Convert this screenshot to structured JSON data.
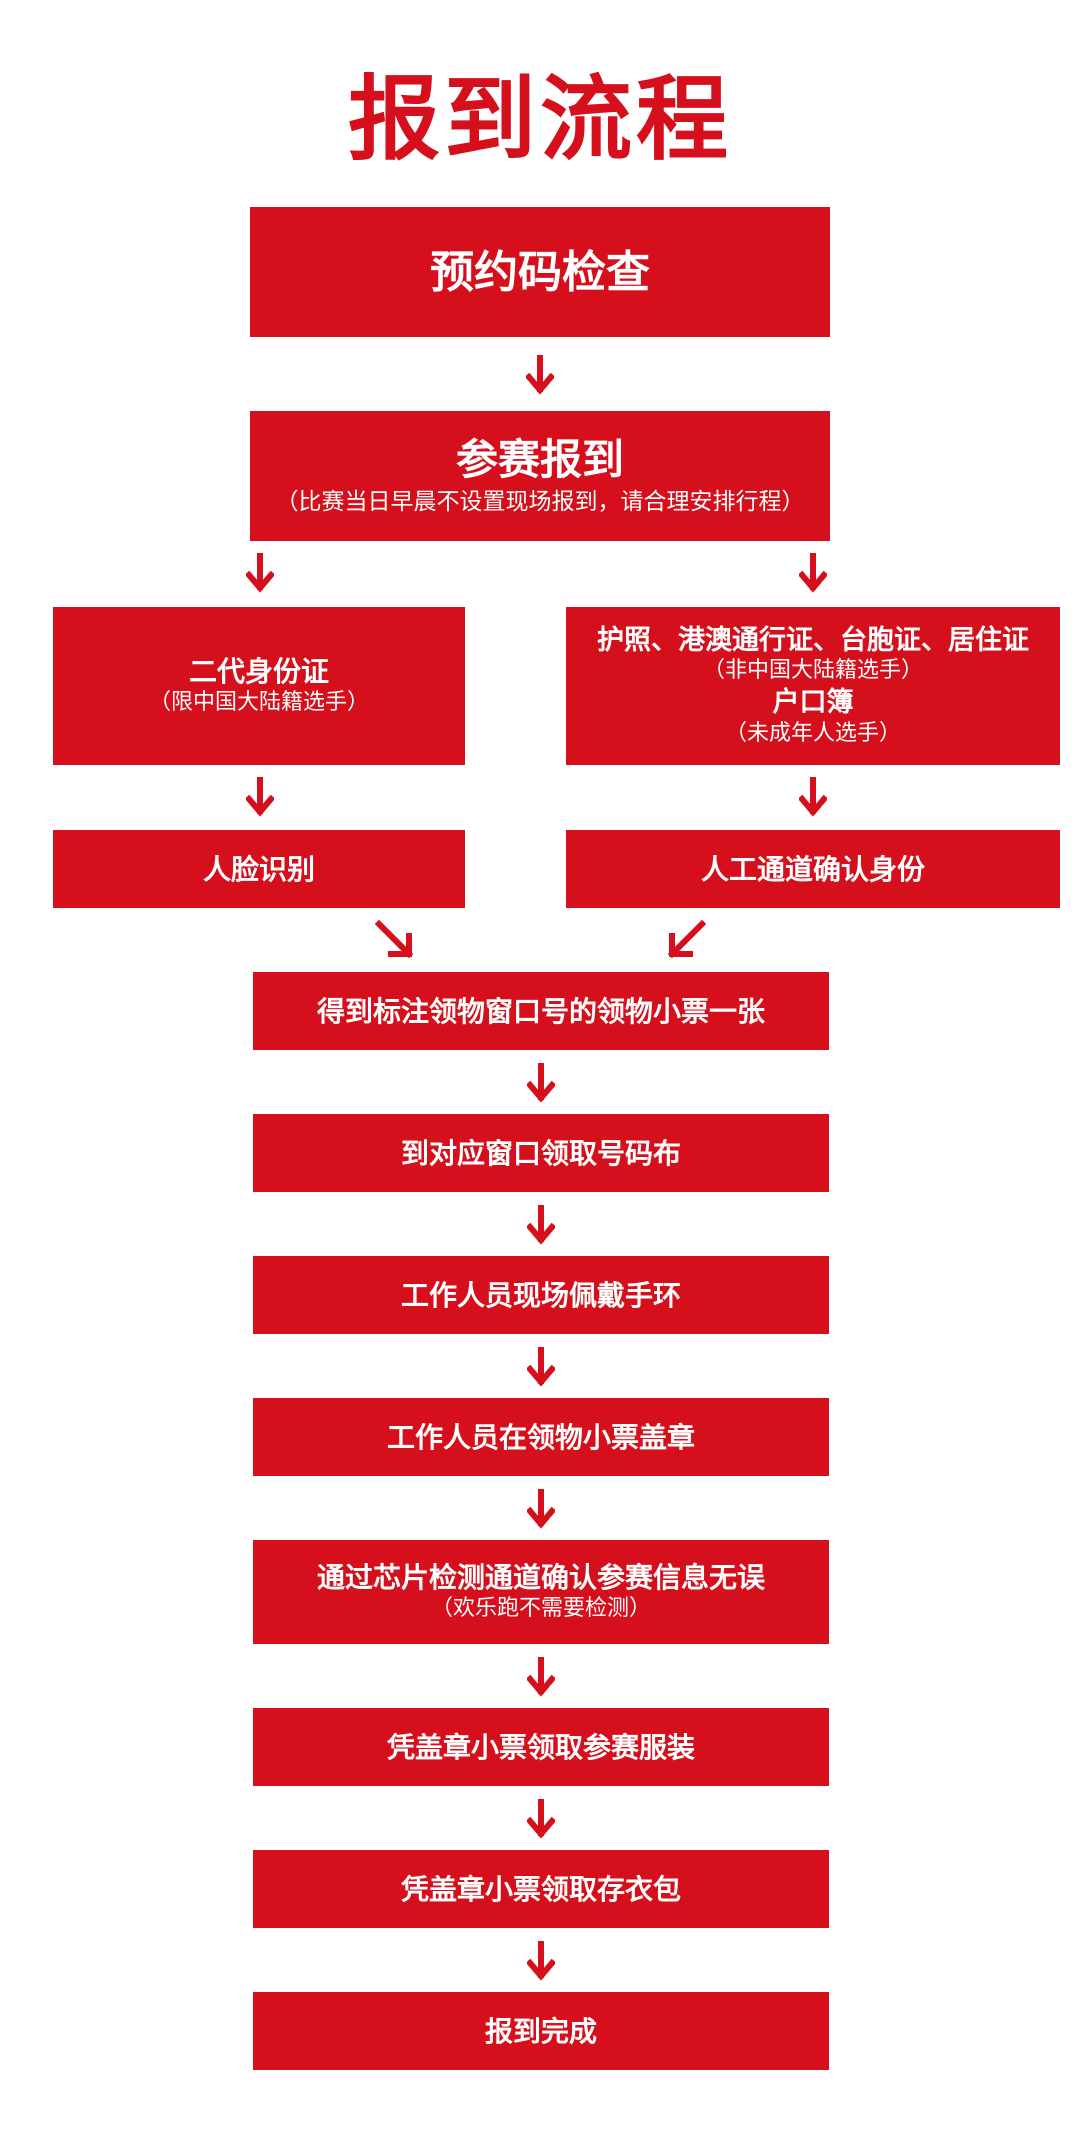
{
  "title": "报到流程",
  "colors": {
    "primary": "#d50f1b",
    "text_on_primary": "#ffffff",
    "background": "#ffffff"
  },
  "steps": {
    "reservation_check": "预约码检查",
    "checkin": {
      "label": "参赛报到",
      "note": "（比赛当日早晨不设置现场报到，请合理安排行程）"
    },
    "id_card": {
      "label": "二代身份证",
      "note": "（限中国大陆籍选手）"
    },
    "other_docs": {
      "label": "护照、港澳通行证、台胞证、居住证",
      "note": "（非中国大陆籍选手）",
      "label2": "户口簿",
      "note2": "（未成年人选手）"
    },
    "face_recognition": "人脸识别",
    "manual_channel": "人工通道确认身份",
    "get_ticket": "得到标注领物窗口号的领物小票一张",
    "collect_bib": "到对应窗口领取号码布",
    "wristband": "工作人员现场佩戴手环",
    "stamp": "工作人员在领物小票盖章",
    "chip_check": {
      "label": "通过芯片检测通道确认参赛信息无误",
      "note": "（欢乐跑不需要检测）"
    },
    "clothing": "凭盖章小票领取参赛服装",
    "bag": "凭盖章小票领取存衣包",
    "complete": "报到完成"
  }
}
